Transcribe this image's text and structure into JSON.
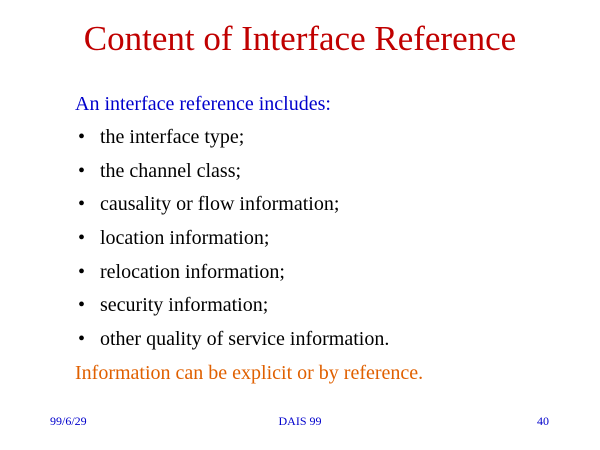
{
  "slide": {
    "title": "Content of Interface Reference",
    "intro": "An interface reference includes:",
    "bullet_symbol": "•",
    "bullets": [
      "the interface type;",
      "the channel class;",
      "causality or flow information;",
      "location information;",
      "relocation information;",
      "security information;",
      "other quality of service information."
    ],
    "outro": "Information can be explicit or by reference."
  },
  "footer": {
    "date": "99/6/29",
    "event": "DAIS 99",
    "page_number": "40"
  },
  "colors": {
    "title": "#c00000",
    "intro": "#0000cc",
    "bullets": "#000000",
    "outro": "#e06000",
    "footer": "#0000cc"
  }
}
